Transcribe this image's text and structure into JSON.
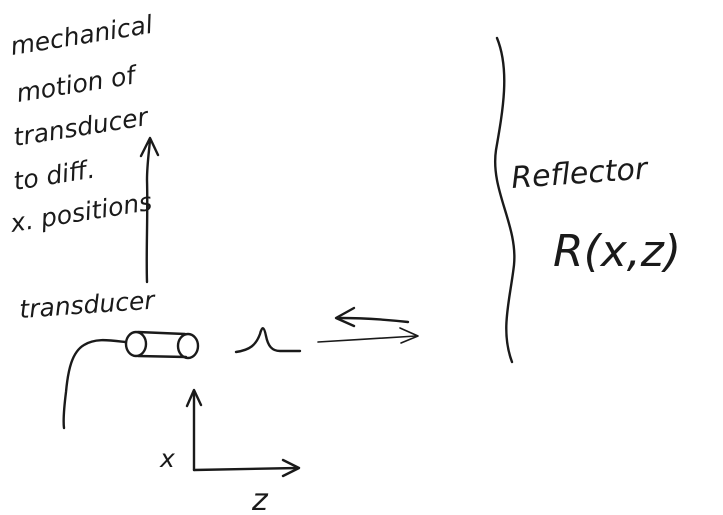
{
  "motion_note": {
    "lines": [
      "mechanical",
      "motion of",
      "transducer",
      "to diff.",
      "x. positions"
    ]
  },
  "labels": {
    "transducer": "transducer",
    "reflector": "Reflector",
    "reflectivity": "R(x,z)",
    "axis_x": "x",
    "axis_z": "z"
  }
}
